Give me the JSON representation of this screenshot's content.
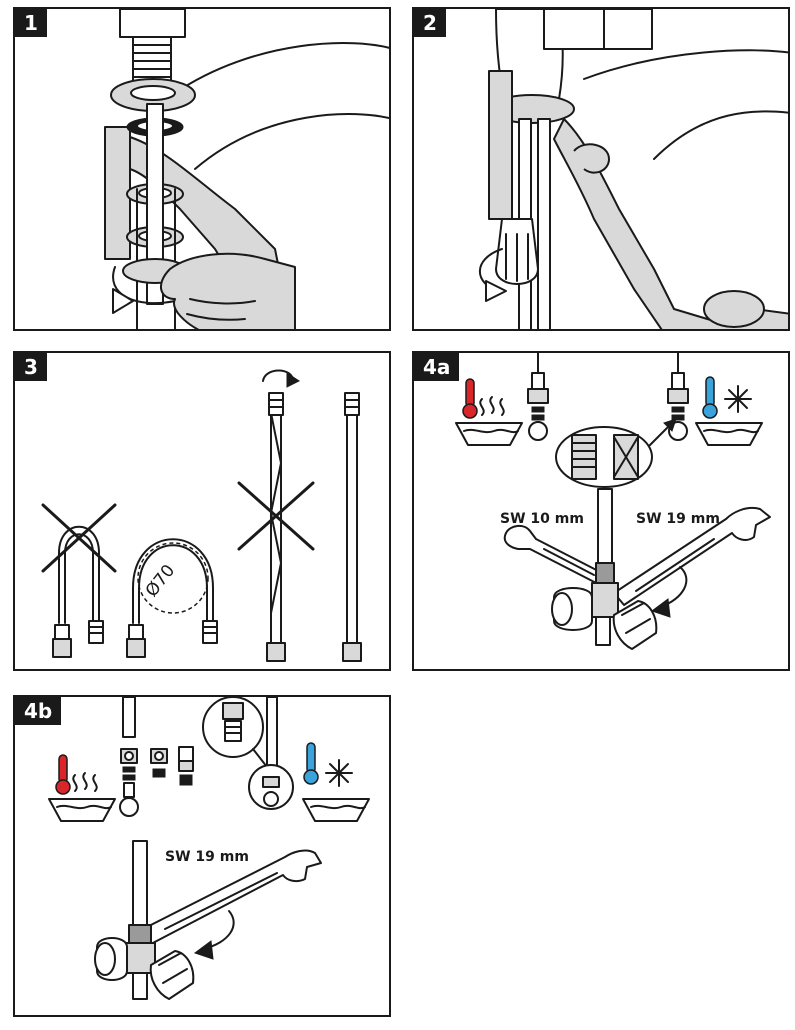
{
  "steps": {
    "s1": "1",
    "s2": "2",
    "s3": "3",
    "s4a": "4a",
    "s4b": "4b"
  },
  "annotations": {
    "diameter": "Ø70",
    "wrench_small": "SW 10 mm",
    "wrench_large": "SW 19 mm",
    "wrench_4b": "SW 19 mm"
  },
  "icons": {
    "hot": "hot-water-icon",
    "cold": "cold-water-icon",
    "rotate": "rotate-arrow-icon",
    "forbidden": "not-allowed-cross-icon"
  },
  "colors": {
    "hot": "#d9262b",
    "cold": "#3aa3dc",
    "ink": "#1a1a1a",
    "shade": "#d9d9d9"
  }
}
